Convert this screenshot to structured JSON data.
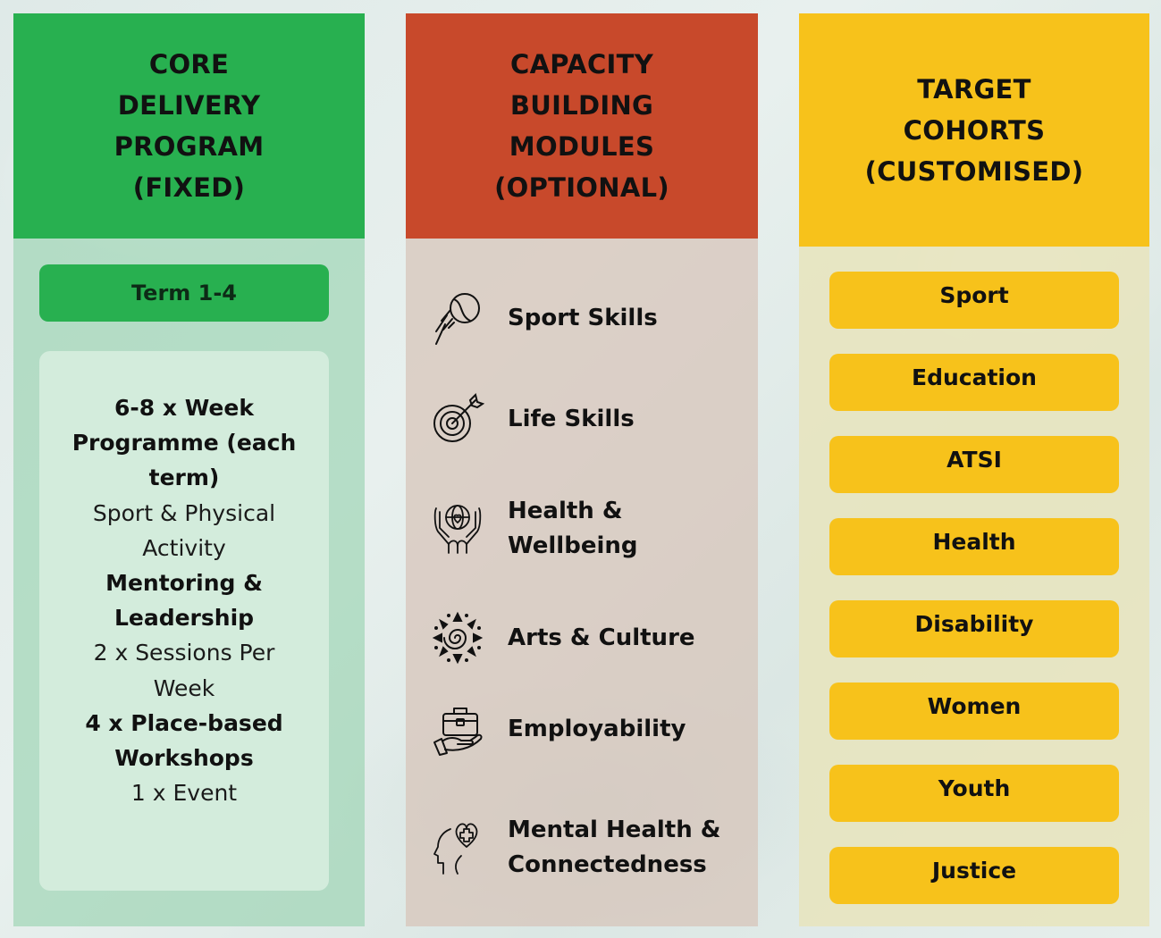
{
  "columns": {
    "core": {
      "title_lines": [
        "CORE",
        "DELIVERY",
        "PROGRAM",
        "(FIXED)"
      ],
      "header_color": "#28b050",
      "term_label": "Term 1-4",
      "card": {
        "item1_title": "6-8 x Week Programme (each term)",
        "item1_desc": "Sport & Physical Activity",
        "item2_title": "Mentoring & Leadership",
        "item2_desc": "2 x Sessions Per Week",
        "item3_title": "4 x Place-based Workshops",
        "item3_desc": "1 x Event"
      }
    },
    "capacity": {
      "title_lines": [
        "CAPACITY",
        "BUILDING",
        "MODULES",
        "(OPTIONAL)"
      ],
      "header_color": "#c8492b",
      "modules": [
        {
          "label": "Sport Skills",
          "icon": "tennis-ball-icon"
        },
        {
          "label": "Life Skills",
          "icon": "target-arrow-icon"
        },
        {
          "label": "Health & Wellbeing",
          "icon": "hands-globe-heart-icon"
        },
        {
          "label": "Arts & Culture",
          "icon": "tribal-sun-icon"
        },
        {
          "label": "Employability",
          "icon": "hand-briefcase-icon"
        },
        {
          "label": "Mental Health & Connectedness",
          "icon": "head-heart-cross-icon"
        }
      ]
    },
    "target": {
      "title_lines": [
        "TARGET",
        "COHORTS",
        "(CUSTOMISED)"
      ],
      "header_color": "#f7c21b",
      "cohorts": [
        "Sport",
        "Education",
        "ATSI",
        "Health",
        "Disability",
        "Women",
        "Youth",
        "Justice"
      ]
    }
  }
}
